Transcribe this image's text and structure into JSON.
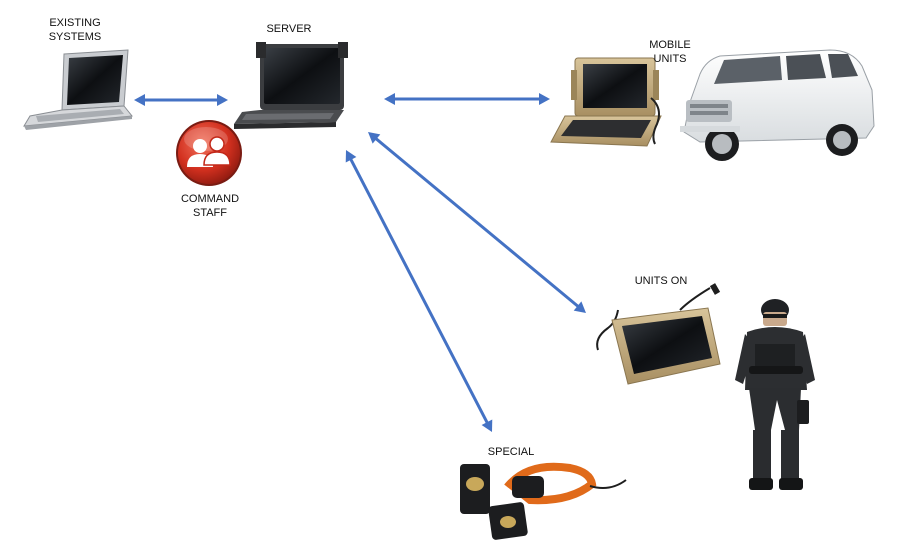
{
  "labels": {
    "existing_systems": [
      "EXISTING",
      "SYSTEMS"
    ],
    "server": "SERVER",
    "command_staff": [
      "COMMAND",
      "STAFF"
    ],
    "mobile_units": [
      "MOBILE",
      "UNITS"
    ],
    "units_on": "UNITS ON",
    "special": "SPECIAL"
  },
  "colors": {
    "arrow": "#4472c4",
    "command_icon": "#d2301f"
  },
  "icons": {
    "existing_systems": "laptop-icon",
    "server": "rugged-laptop-icon",
    "command_staff": "people-group-icon",
    "mobile_units_computer": "rugged-tablet-terminal-icon",
    "mobile_units_vehicle": "suv-vehicle-icon",
    "units_on_device": "rugged-handheld-icon",
    "units_on_person": "tactical-officer-icon",
    "special_tracker": "gps-tracker-icon",
    "special_collar": "gps-collar-icon"
  }
}
